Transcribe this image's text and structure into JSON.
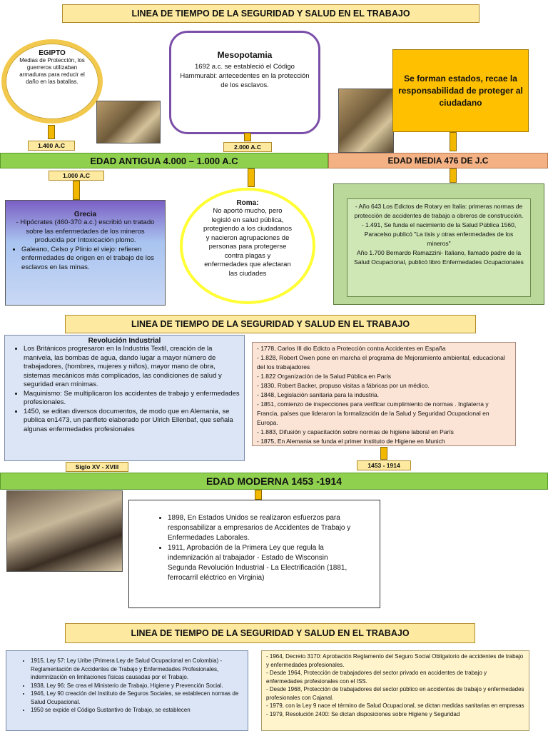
{
  "section1": {
    "title": "LINEA DE TIEMPO DE LA SEGURIDAD Y SALUD EN EL TRABAJO",
    "egipto": {
      "title": "EGIPTO",
      "text": "Medias de Protección, los guerreros utilizaban armaduras para reducir el daño en las batallas.",
      "date": "1.400 A.C"
    },
    "mesopotamia": {
      "title": "Mesopotamia",
      "text": "1692 a.c. se estableció el Código Hammurabi: antecedentes en la protección de los esclavos.",
      "date": "2.000 A.C"
    },
    "estados": {
      "text": "Se forman estados, recae la responsabilidad de proteger al ciudadano"
    },
    "edad_antigua": "EDAD ANTIGUA 4.000 – 1.000 A.C",
    "edad_media": "EDAD MEDIA 476 DE J.C",
    "grecia": {
      "date": "1.000 A.C",
      "title": "Grecia",
      "items": [
        "- Hipócrates (460-370 a.c.) escribió un tratado sobre las enfermedades de los mineros producida por Intoxicación plomo.",
        "Galeano, Celso y Plinio el viejo: refieren enfermedades de origen en el trabajo de los esclavos en las minas."
      ]
    },
    "roma": {
      "title": "Roma:",
      "text": "No aportó mucho, pero legisló en salud pública, protegiendo a los ciudadanos y nacieron agrupaciones de personas para protegerse contra plagas y enfermedades que afectaran las ciudades"
    },
    "media_items": [
      "- Año 643 Los Edictos de Rotary en Italia: primeras normas de protección de accidentes de trabajo a obreros de construcción.",
      "- 1.491, Se funda el nacimiento de la Salud Pública 1560, Paracelso publicó \"La tisis y otras enfermedades de los mineros\"",
      "Año 1.700 Bernardo Ramazzini- Italiano, llamado padre de la Salud Ocupacional, publicó libro Enfermedades Ocupacionales"
    ]
  },
  "section2": {
    "title": "LINEA DE TIEMPO DE LA SEGURIDAD Y SALUD EN EL TRABAJO",
    "revolucion": {
      "title": "Revolución Industrial",
      "items": [
        "Los Británicos progresaron en la Industria Textil, creación de la manivela, las bombas de agua, dando lugar a mayor número de trabajadores, (hombres, mujeres y niños), mayor mano de obra, sistemas mecánicos más complicados, las condiciones de salud y seguridad eran mínimas.",
        "Maquinismo: Se multiplicaron los accidentes de trabajo y enfermedades profesionales.",
        "1450, se editan diversos documentos, de modo que en Alemania, se publica en1473, un panfleto elaborado por Ulrich Ellenbaf, que señala algunas enfermedades profesionales"
      ],
      "date": "Siglo XV - XVIII"
    },
    "right_items": [
      "- 1778, Carlos III dio Edicto a Protección contra Accidentes en España",
      "- 1.828, Robert Owen pone en marcha el programa de Mejoramiento ambiental, educacional del los trabajadores",
      "- 1.822 Organización de la Salud Pública en París",
      "- 1830, Robert Backer, propuso visitas a fábricas por un médico.",
      "- 1848, Legislación sanitaria para la industria.",
      "- 1851, comienzo de inspecciones para verificar cumplimiento de normas . Inglaterra y Francia, países que lideraron la formalización de la Salud y Seguridad Ocupacional en Europa.",
      "- 1.883, Difusión y capacitación sobre normas de higiene laboral en París",
      "- 1875, En Alemania se funda el primer Instituto de Higiene en Munich"
    ],
    "right_date": "1453 - 1914",
    "edad_moderna": "EDAD MODERNA 1453 -1914",
    "moderna_items": [
      "1898, En Estados Unidos se realizaron esfuerzos para responsabilizar a empresarios de Accidentes de Trabajo y Enfermedades Laborales.",
      "1911, Aprobación de la Primera Ley que regula la indemnización al trabajador - Estado de Wisconsin Segunda Revolución Industrial - La Electrificación (1881, ferrocarril eléctrico en Virginia)"
    ]
  },
  "section3": {
    "title": "LINEA DE TIEMPO DE LA SEGURIDAD Y SALUD EN EL TRABAJO",
    "left_items": [
      "1915, Ley 57: Ley Uribe (Primera Ley de Salud Ocupacional en Colombia) - Reglamentación de Accidentes de Trabajo y Enfermedades Profesionales, indemnización en limitaciones físicas causadas por el Trabajo.",
      "1938, Ley 96: Se crea el Ministerio de Trabajo, Higiene y Prevención Social.",
      "1946, Ley 90 creación del Instituto de Seguros Sociales, se establecen normas de Salud Ocupacional.",
      "1950 se expide el Código Sustantivo de Trabajo, se establecen"
    ],
    "right_items": [
      "- 1964, Decreto 3170: Aprobación Reglamento del Seguro Social Obligatorio de accidentes de trabajo y enfermedades profesionales.",
      "- Desde 1964, Protección de trabajadores del sector privado en accidentes de trabajo y enfermedades profesionales con el ISS.",
      "- Desde 1968, Protección de trabajadores del sector público en accidentes de trabajo y enfermedades profesionales con Cajanal.",
      "- 1979, con la Ley 9 nace el término de Salud Ocupacional, se dictan medidas sanitarias en empresas",
      "- 1979, Resolución 2400: Se dictan disposiciones sobre Higiene y Seguridad"
    ]
  }
}
